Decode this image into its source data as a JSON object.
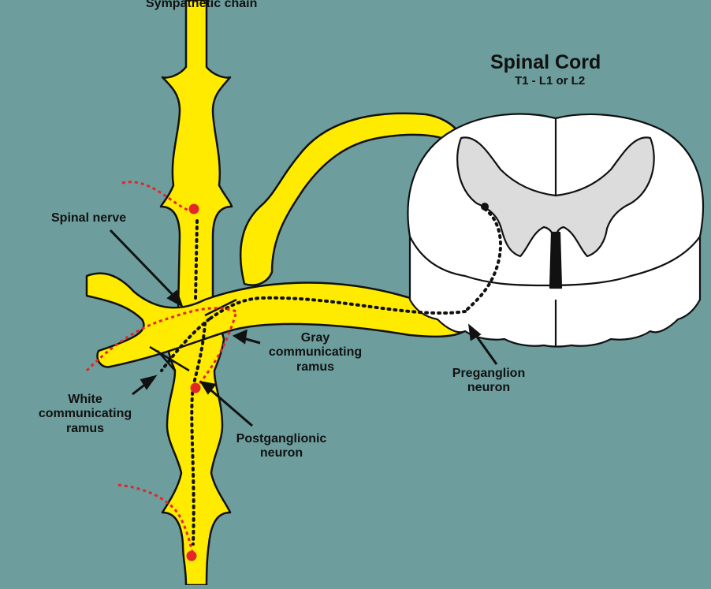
{
  "diagram": {
    "title": "Spinal Cord",
    "subtitle": "T1 - L1 or L2",
    "labels": {
      "sympathetic_chain": "Sympathetic chain",
      "spinal_nerve": "Spinal nerve",
      "gray_ramus": [
        "Gray",
        "communicating",
        "ramus"
      ],
      "white_ramus": [
        "White",
        "communicating",
        "ramus"
      ],
      "preganglion": [
        "Preganglion",
        "neuron"
      ],
      "postganglionic": [
        "Postganglionic",
        "neuron"
      ]
    },
    "colors": {
      "background": "#6d9d9d",
      "nerve": "#ffeb00",
      "outline": "#111111",
      "cord": "#ffffff",
      "gray_matter": "#dcdcdc",
      "fiber": "#e3262a"
    }
  }
}
